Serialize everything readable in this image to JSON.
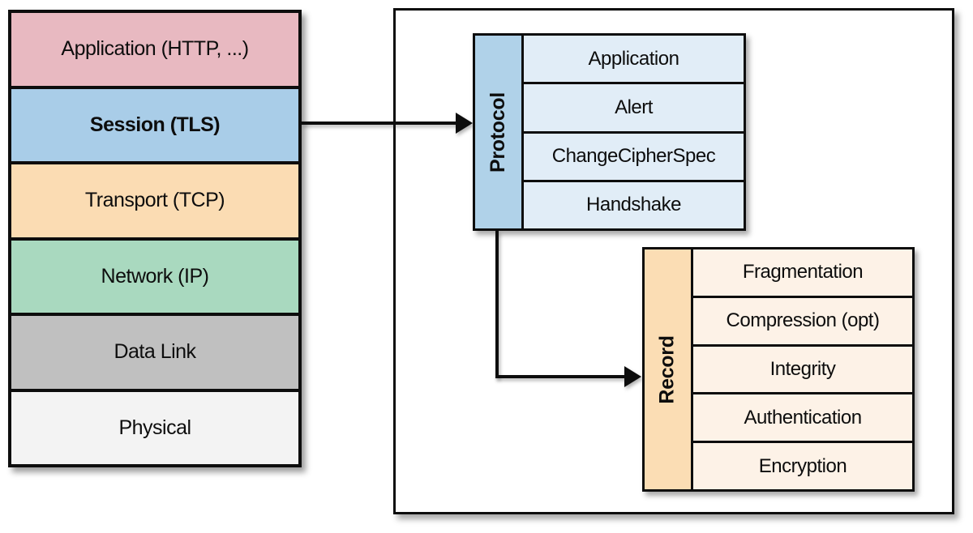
{
  "stack": {
    "layers": [
      {
        "label": "Application (HTTP, ...)",
        "color": "#e8b9c1"
      },
      {
        "label": "Session (TLS)",
        "color": "#a9cde8"
      },
      {
        "label": "Transport (TCP)",
        "color": "#fbdcb3"
      },
      {
        "label": "Network (IP)",
        "color": "#a9d9bf"
      },
      {
        "label": "Data Link",
        "color": "#c0c0c0"
      },
      {
        "label": "Physical",
        "color": "#f3f3f3"
      }
    ]
  },
  "protocol_table": {
    "header_label": "Protocol",
    "header_color": "#b0d2e9",
    "row_color": "#e1edf7",
    "rows": [
      "Application",
      "Alert",
      "ChangeCipherSpec",
      "Handshake"
    ]
  },
  "record_table": {
    "header_label": "Record",
    "header_color": "#fbddb4",
    "row_color": "#fdf2e7",
    "rows": [
      "Fragmentation",
      "Compression (opt)",
      "Integrity",
      "Authentication",
      "Encryption"
    ]
  },
  "colors": {
    "line": "#0d0d0d",
    "background": "#ffffff"
  }
}
